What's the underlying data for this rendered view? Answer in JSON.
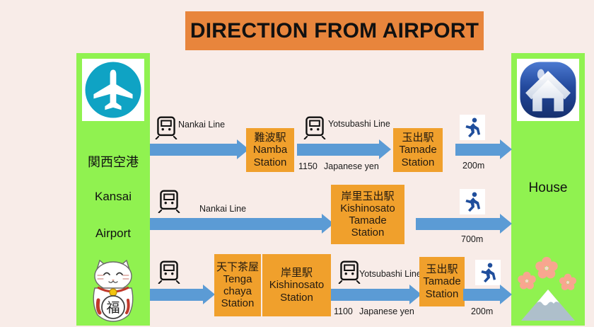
{
  "title": {
    "text": "DIRECTION FROM AIRPORT",
    "banner_color": "#e8853c"
  },
  "palette": {
    "background": "#f8ece8",
    "panel_green": "#90f250",
    "station_orange": "#f0a02c",
    "arrow_blue": "#5b9bd5",
    "airport_icon_teal": "#0fa3c4",
    "house_icon_blue": "#20489b",
    "walk_icon_blue": "#1f4e9c"
  },
  "origin_panel": {
    "icon": "airplane-icon",
    "label_jp": "関西空港",
    "label_en_line1": "Kansai",
    "label_en_line2": "Airport",
    "decoration": "maneki-neko-icon",
    "decoration_char": "福"
  },
  "destination_panel": {
    "icon": "house-icon",
    "label": "House",
    "decoration": "mount-fuji-icon",
    "decoration_secondary": "sakura-blossom-icon"
  },
  "routes": [
    {
      "id": "route-1",
      "segments": [
        {
          "mode": "train",
          "icon": "train-icon",
          "line": "Nankai  Line",
          "fare": ""
        },
        {
          "mode": "train",
          "icon": "train-icon",
          "line": "Yotsubashi Line",
          "fare_amount": "1150",
          "fare_currency": "Japanese yen"
        },
        {
          "mode": "walk",
          "icon": "walking-person-icon",
          "distance": "200m"
        }
      ],
      "stations": [
        {
          "jp": "難波駅",
          "en_line1": "Namba",
          "en_line2": "Station"
        },
        {
          "jp": "玉出駅",
          "en_line1": "Tamade",
          "en_line2": "Station"
        }
      ]
    },
    {
      "id": "route-2",
      "segments": [
        {
          "mode": "train",
          "icon": "train-icon",
          "line": "Nankai  Line"
        },
        {
          "mode": "walk",
          "icon": "walking-person-icon",
          "distance": "700m"
        }
      ],
      "stations": [
        {
          "jp": "岸里玉出駅",
          "en_line1": "Kishinosato",
          "en_line2": "Tamade",
          "en_line3": "Station"
        }
      ]
    },
    {
      "id": "route-3",
      "segments": [
        {
          "mode": "train",
          "icon": "train-icon",
          "line": ""
        },
        {
          "mode": "train",
          "icon": "train-icon",
          "line": "Yotsubashi Line",
          "fare_amount": "1100",
          "fare_currency": "Japanese yen"
        },
        {
          "mode": "walk",
          "icon": "walking-person-icon",
          "distance": "200m"
        }
      ],
      "stations": [
        {
          "jp": "天下茶屋",
          "en_line1": "Tenga",
          "en_line2": "chaya",
          "en_line3": "Station"
        },
        {
          "jp": "岸里駅",
          "en_line1": "Kishinosato",
          "en_line2": "Station"
        },
        {
          "jp": "玉出駅",
          "en_line1": "Tamade",
          "en_line2": "Station"
        }
      ]
    }
  ]
}
